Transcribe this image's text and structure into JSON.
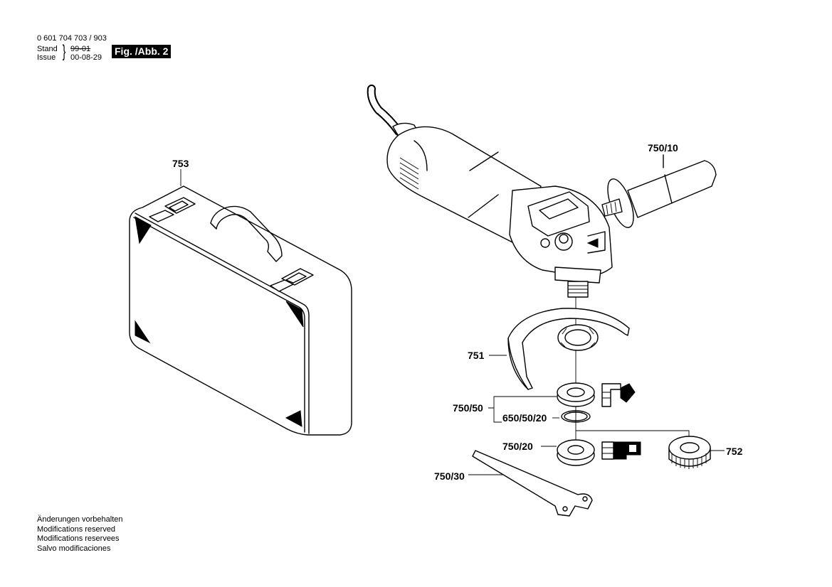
{
  "header": {
    "doc_number": "0 601 704 703 / 903",
    "stand_label": "Stand",
    "issue_label": "Issue",
    "stand_date": "99-01",
    "issue_date": "00-08-29",
    "figure_label": "Fig. /Abb. 2"
  },
  "parts": {
    "case": "753",
    "side_handle": "750/10",
    "guard": "751",
    "flange_set": "750/50",
    "o_ring": "650/50/20",
    "clamping_nut": "750/20",
    "quick_nut": "752",
    "spanner": "750/30"
  },
  "notes": [
    "Änderungen vorbehalten",
    "Modifications reserved",
    "Modifications reservees",
    "Salvo modificaciones"
  ]
}
